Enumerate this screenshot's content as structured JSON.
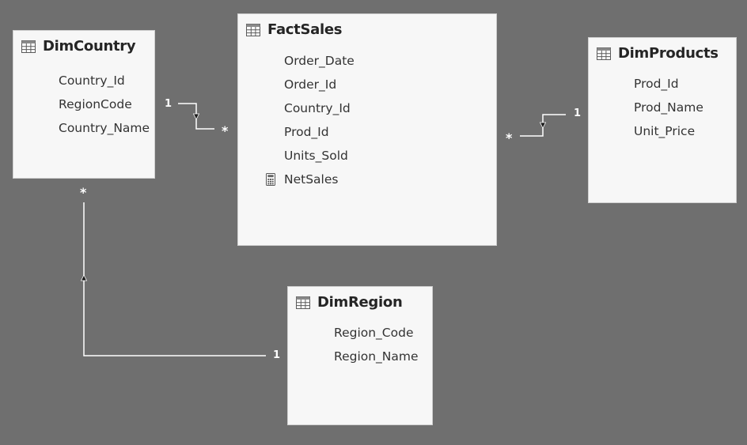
{
  "colors": {
    "canvas": "#6f6f6f",
    "card": "#f7f7f7",
    "line": "#ffffff"
  },
  "tables": {
    "dim_country": {
      "title": "DimCountry",
      "icon": "table-icon",
      "fields": [
        "Country_Id",
        "RegionCode",
        "Country_Name"
      ]
    },
    "fact_sales": {
      "title": "FactSales",
      "icon": "table-icon",
      "fields": [
        "Order_Date",
        "Order_Id",
        "Country_Id",
        "Prod_Id",
        "Units_Sold"
      ],
      "measures": [
        {
          "name": "NetSales",
          "icon": "calculator-icon"
        }
      ]
    },
    "dim_products": {
      "title": "DimProducts",
      "icon": "table-icon",
      "fields": [
        "Prod_Id",
        "Prod_Name",
        "Unit_Price"
      ]
    },
    "dim_region": {
      "title": "DimRegion",
      "icon": "table-icon",
      "fields": [
        "Region_Code",
        "Region_Name"
      ]
    }
  },
  "relationships": [
    {
      "from": "DimCountry",
      "to": "FactSales",
      "one_label": "1",
      "many_label": "*"
    },
    {
      "from": "DimProducts",
      "to": "FactSales",
      "one_label": "1",
      "many_label": "*"
    },
    {
      "from": "DimRegion",
      "to": "DimCountry",
      "one_label": "1",
      "many_label": "*"
    }
  ]
}
